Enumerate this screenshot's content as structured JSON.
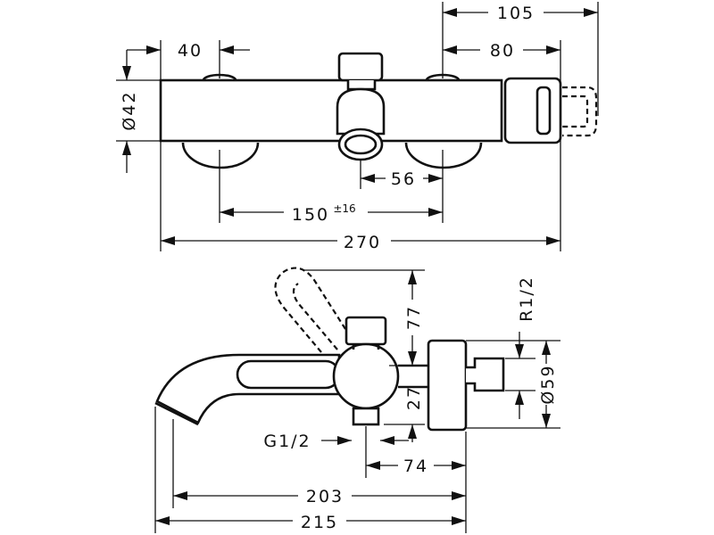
{
  "top_view": {
    "dims": {
      "d105": "105",
      "d80": "80",
      "d40": "40",
      "d42": "Ø42",
      "d56": "56",
      "d150": "150",
      "d150_tol": "±16",
      "d270": "270"
    }
  },
  "side_view": {
    "dims": {
      "r12": "R1/2",
      "d77": "77",
      "d27": "27",
      "d59": "Ø59",
      "g12": "G1/2",
      "d74": "74",
      "d203": "203",
      "d215": "215"
    }
  },
  "colors": {
    "line": "#111111",
    "background": "#ffffff"
  }
}
